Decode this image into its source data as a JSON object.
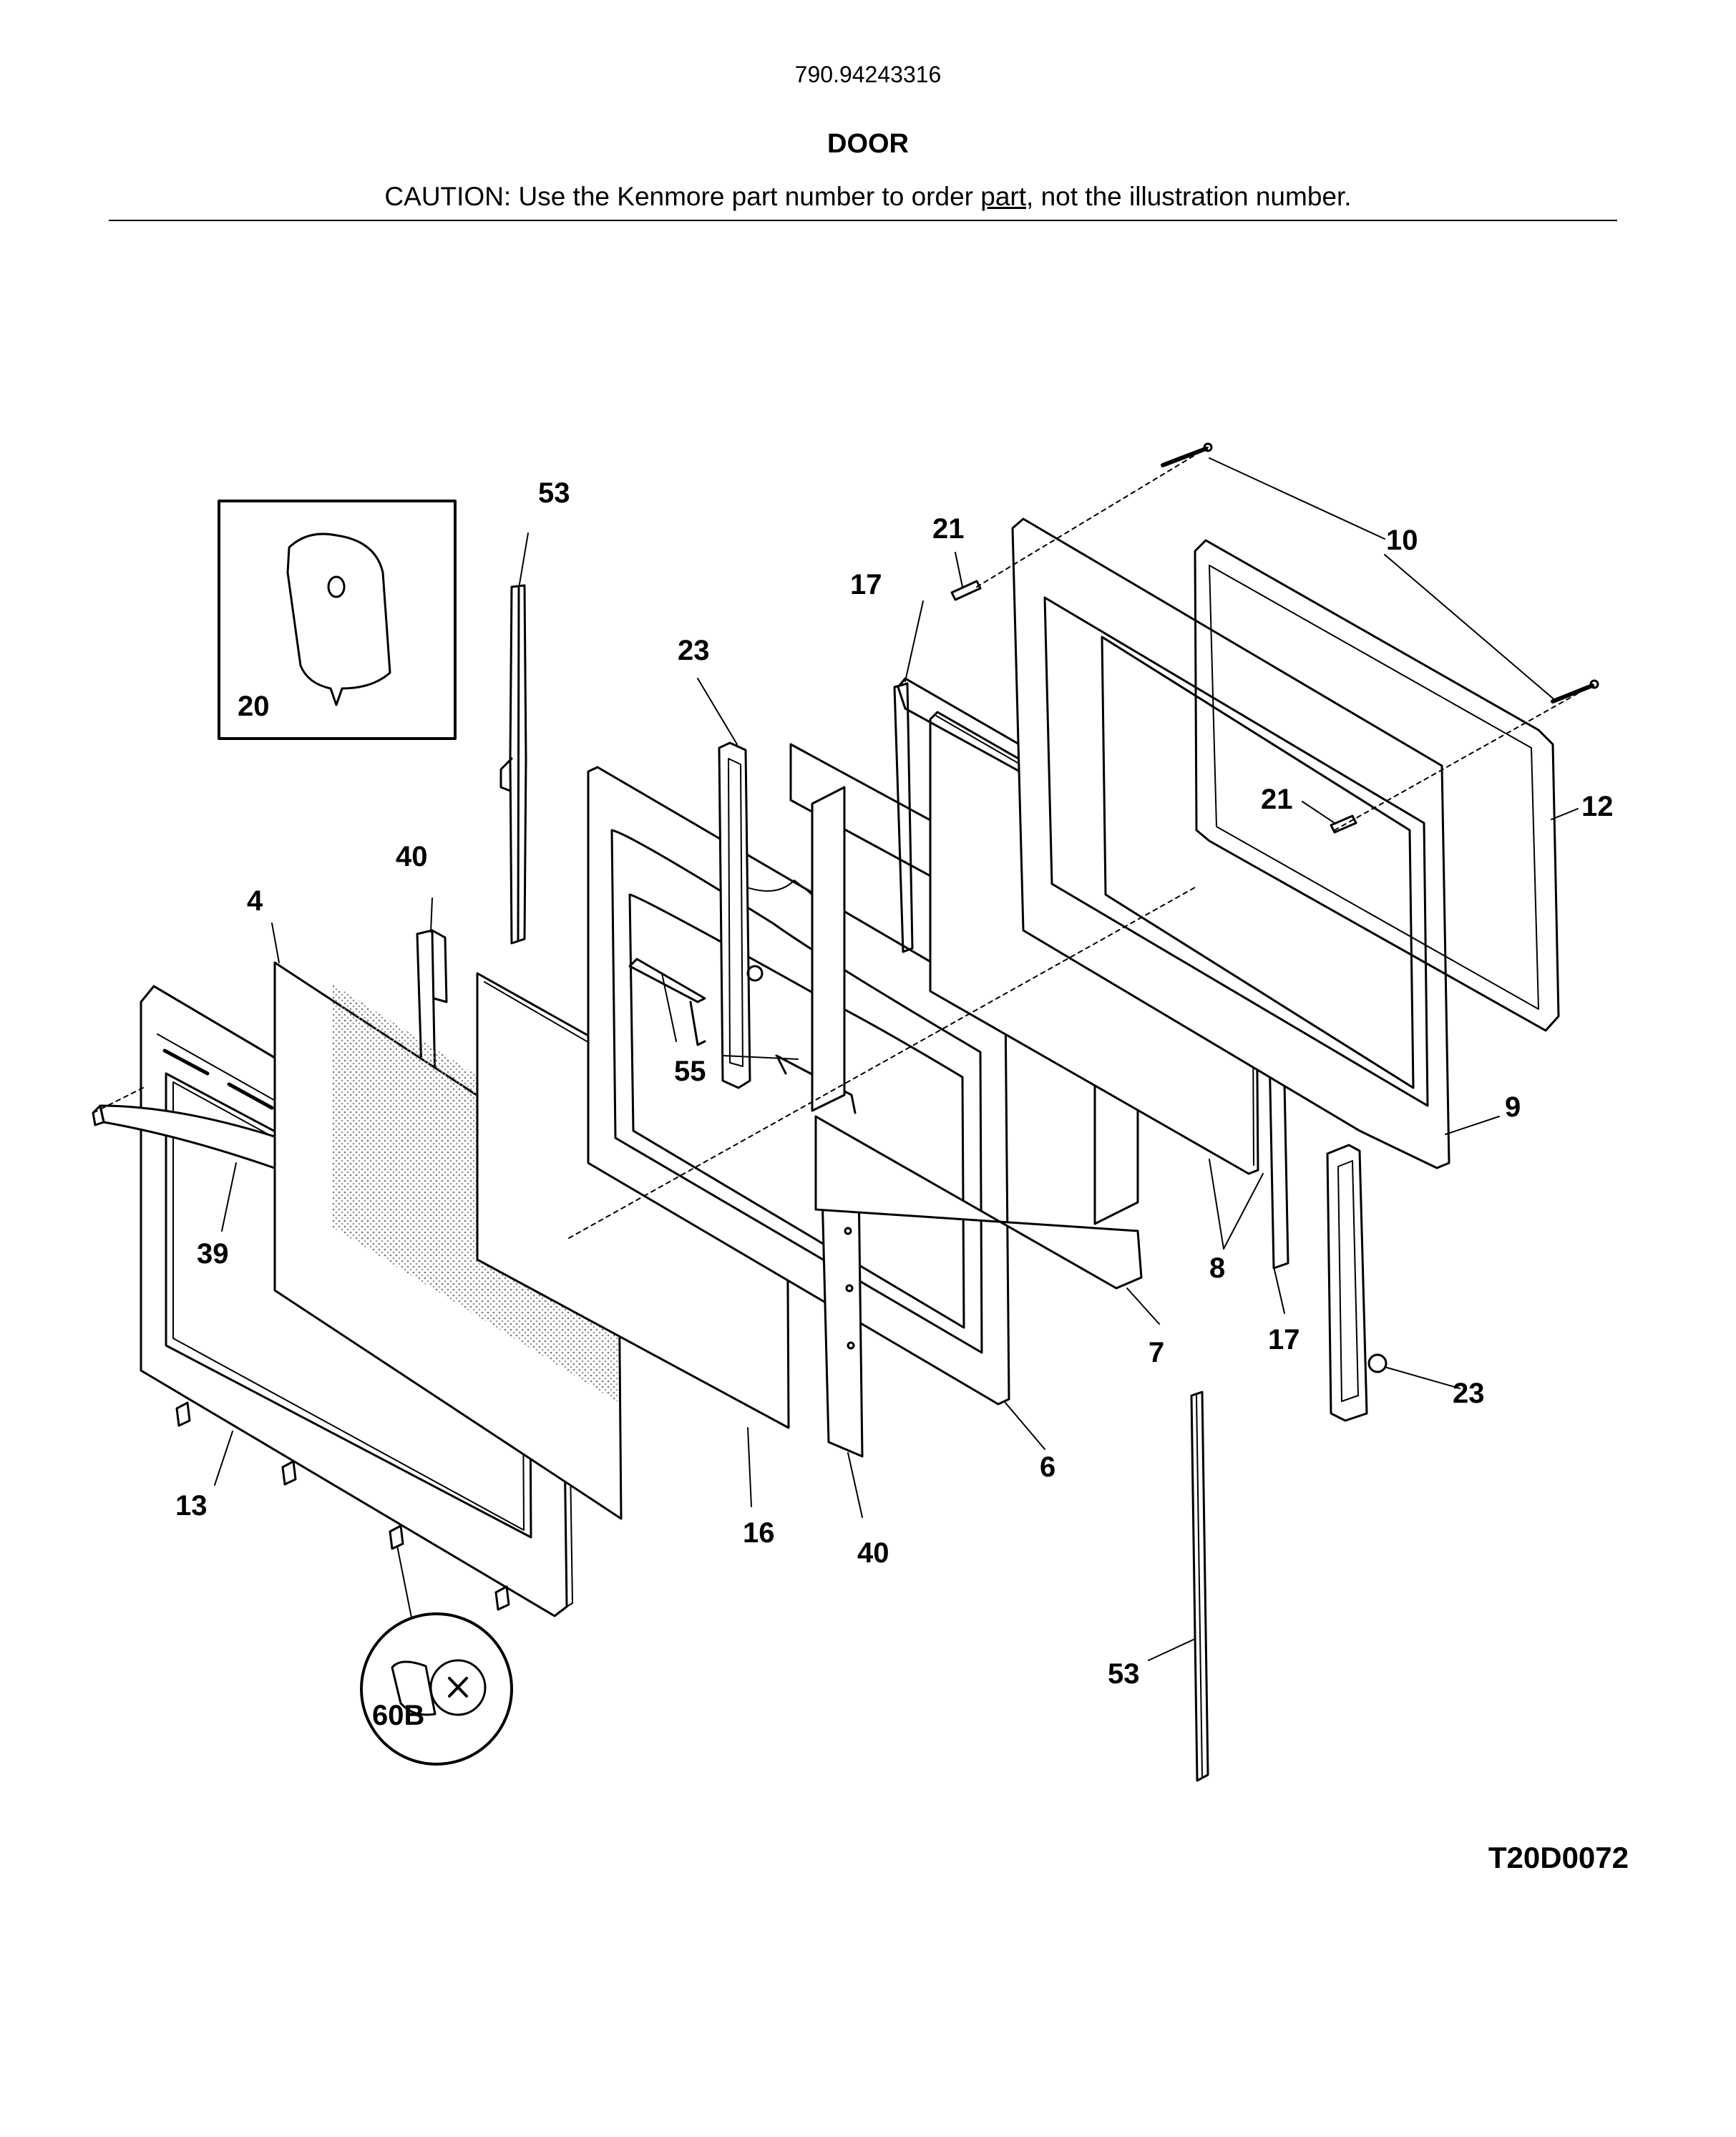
{
  "header": {
    "model_number": "790.94243316",
    "section_title": "DOOR",
    "caution_prefix": "CAUTION: Use the Kenmore part number to order ",
    "caution_link": "part",
    "caution_suffix": ", not the illustration number."
  },
  "callouts": {
    "c53_top": "53",
    "c20": "20",
    "c21_top": "21",
    "c10": "10",
    "c17_top": "17",
    "c23_top": "23",
    "c12": "12",
    "c21_mid": "21",
    "c40_top": "40",
    "c4": "4",
    "c55": "55",
    "c9": "9",
    "c39": "39",
    "c8": "8",
    "c7": "7",
    "c17_bottom": "17",
    "c23_bottom": "23",
    "c6": "6",
    "c13": "13",
    "c16": "16",
    "c40_bottom": "40",
    "c60b": "60B",
    "c53_bottom": "53"
  },
  "footer": {
    "diagram_id": "T20D0072"
  }
}
